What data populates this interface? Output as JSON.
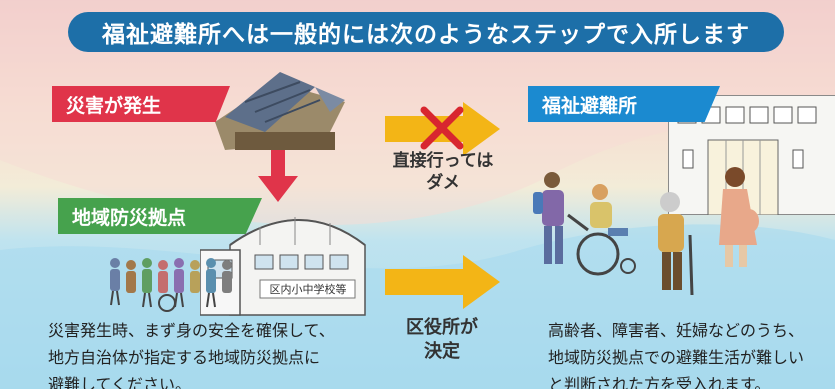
{
  "title": "福祉避難所へは一般的には次のようなステップで入所します",
  "tags": {
    "disaster": "災害が発生",
    "local_center": "地域防災拠点",
    "welfare_shelter": "福祉避難所"
  },
  "middle": {
    "no_direct": "直接行っては\nダメ",
    "ward_office": "区役所が\n決定"
  },
  "school_sign": "区内小中学校等",
  "left_text": [
    "災害発生時、まず身の安全を確保して、",
    "地方自治体が指定する地域防災拠点に",
    "避難してください。"
  ],
  "right_text": [
    "高齢者、障害者、妊婦などのうち、",
    "地域防災拠点での避難生活が難しい",
    "と判断された方を受入れます。"
  ],
  "colors": {
    "title_bg": "#1d6fa8",
    "tag_red": "#e0344a",
    "tag_green": "#46a24d",
    "tag_blue": "#1b8ad0",
    "arrow_yellow": "#f3b516",
    "arrow_red": "#e0344a",
    "cross": "#d8262f"
  },
  "icons": [
    "collapsed-house-icon",
    "down-arrow-icon",
    "right-arrow-icon",
    "cross-icon",
    "school-building-icon",
    "evacuees-icon",
    "shelter-building-icon",
    "wheelchair-person-icon",
    "elderly-person-icon",
    "pregnant-person-icon"
  ]
}
